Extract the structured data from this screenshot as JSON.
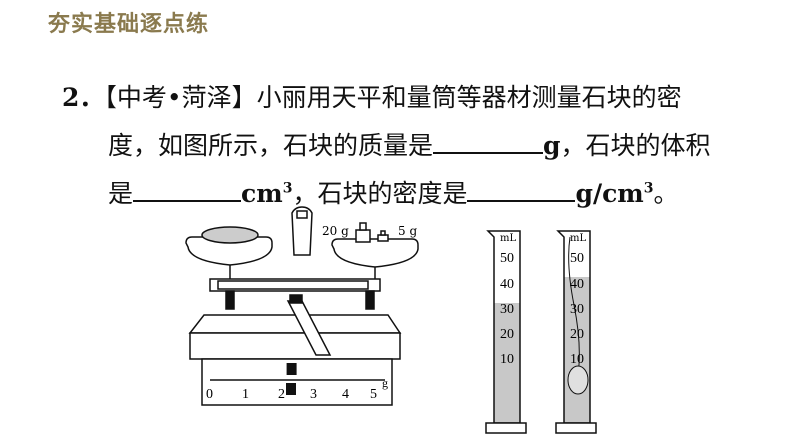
{
  "header": {
    "title": "夯实基础逐点练"
  },
  "question": {
    "number": "2．",
    "source": "【中考•菏泽】",
    "line1_text": "小丽用天平和量筒等器材测量石块的密",
    "line2_start": "度，如图所示，石块的质量是",
    "unit_g": "g",
    "line2_end": "，石块的体积",
    "line3_start": "是",
    "unit_cm": "cm",
    "sup3": "3",
    "line3_mid": "，石块的密度是",
    "unit_gcm": "g/cm",
    "line3_end": "。"
  },
  "balance": {
    "weight_20": "20 g",
    "weight_5": "5 g",
    "beam_ticks": [
      "0",
      "1",
      "2",
      "3",
      "4",
      "5g"
    ],
    "scale_ticks": [
      "0",
      "1",
      "2",
      "3",
      "4",
      "5"
    ],
    "scale_unit": "g",
    "rider_value_g": 2.4
  },
  "cylinders": {
    "unit": "mL",
    "ticks": [
      "50",
      "40",
      "30",
      "20",
      "10"
    ],
    "left_level_ml": 30,
    "right_level_ml": 40
  }
}
